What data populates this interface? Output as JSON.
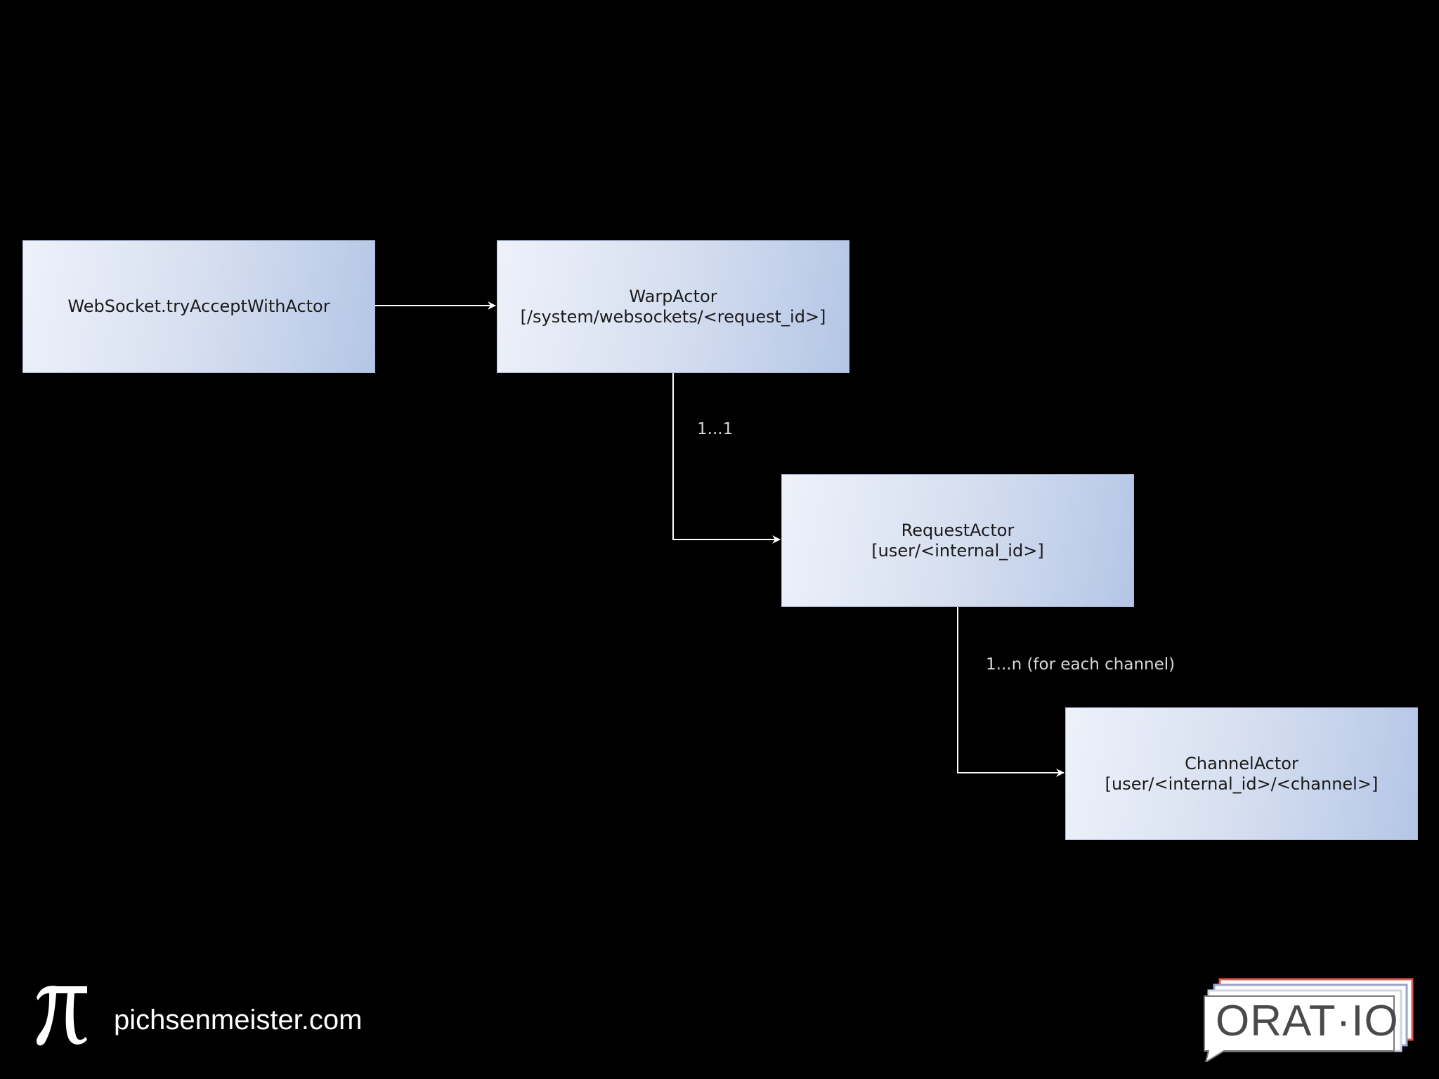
{
  "diagram": {
    "nodes": [
      {
        "id": "n1",
        "lines": [
          "WebSocket.tryAcceptWithActor"
        ]
      },
      {
        "id": "n2",
        "lines": [
          "WarpActor",
          "[/system/websockets/<request_id>]"
        ]
      },
      {
        "id": "n3",
        "lines": [
          "RequestActor",
          "[user/<internal_id>]"
        ]
      },
      {
        "id": "n4",
        "lines": [
          "ChannelActor",
          "[user/<internal_id>/<channel>]"
        ]
      }
    ],
    "edges": [
      {
        "from": "n1",
        "to": "n2",
        "label": ""
      },
      {
        "from": "n2",
        "to": "n3",
        "label": "1...1"
      },
      {
        "from": "n3",
        "to": "n4",
        "label": "1...n (for each channel)"
      }
    ]
  },
  "footer": {
    "site": "pichsenmeister.com",
    "logo_text": "ORAT·IO",
    "pi_icon": "pi-symbol-icon",
    "logo_icon": "speech-bubble-logo-icon"
  },
  "colors": {
    "background": "#000000",
    "node_fill_light": "#eef1fa",
    "node_fill_dark": "#b4c6e6",
    "connector": "#ffffff",
    "logo_accent": "#e05a4a"
  }
}
